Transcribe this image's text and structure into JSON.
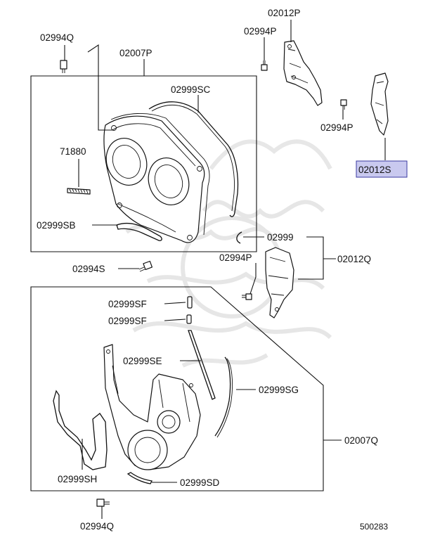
{
  "diagram": {
    "labels": {
      "bolt_top_left": "02994Q",
      "upper_cover_assy": "02007P",
      "gasket_upper_outer": "02999SC",
      "label_plate": "71880",
      "gasket_upper_lower": "02999SB",
      "bolt_mid_left": "02994S",
      "bracket_top": "02012P",
      "bolt_bracket_top": "02994P",
      "bolt_bracket_right": "02994P",
      "highlighted_part": "02012S",
      "clip": "02999",
      "bolt_bracket_mid": "02994P",
      "bracket_mid": "02012Q",
      "seal_sf_1": "02999SF",
      "seal_sf_2": "02999SF",
      "seal_se": "02999SE",
      "gasket_sg": "02999SG",
      "lower_cover_assy": "02007Q",
      "gasket_sh": "02999SH",
      "gasket_sd": "02999SD",
      "bolt_bottom": "02994Q",
      "diagram_number": "500283"
    },
    "colors": {
      "line": "#111111",
      "highlight_fill": "#c9c9ef",
      "highlight_stroke": "#3a3aa0",
      "watermark": "#e4e4e4"
    }
  }
}
